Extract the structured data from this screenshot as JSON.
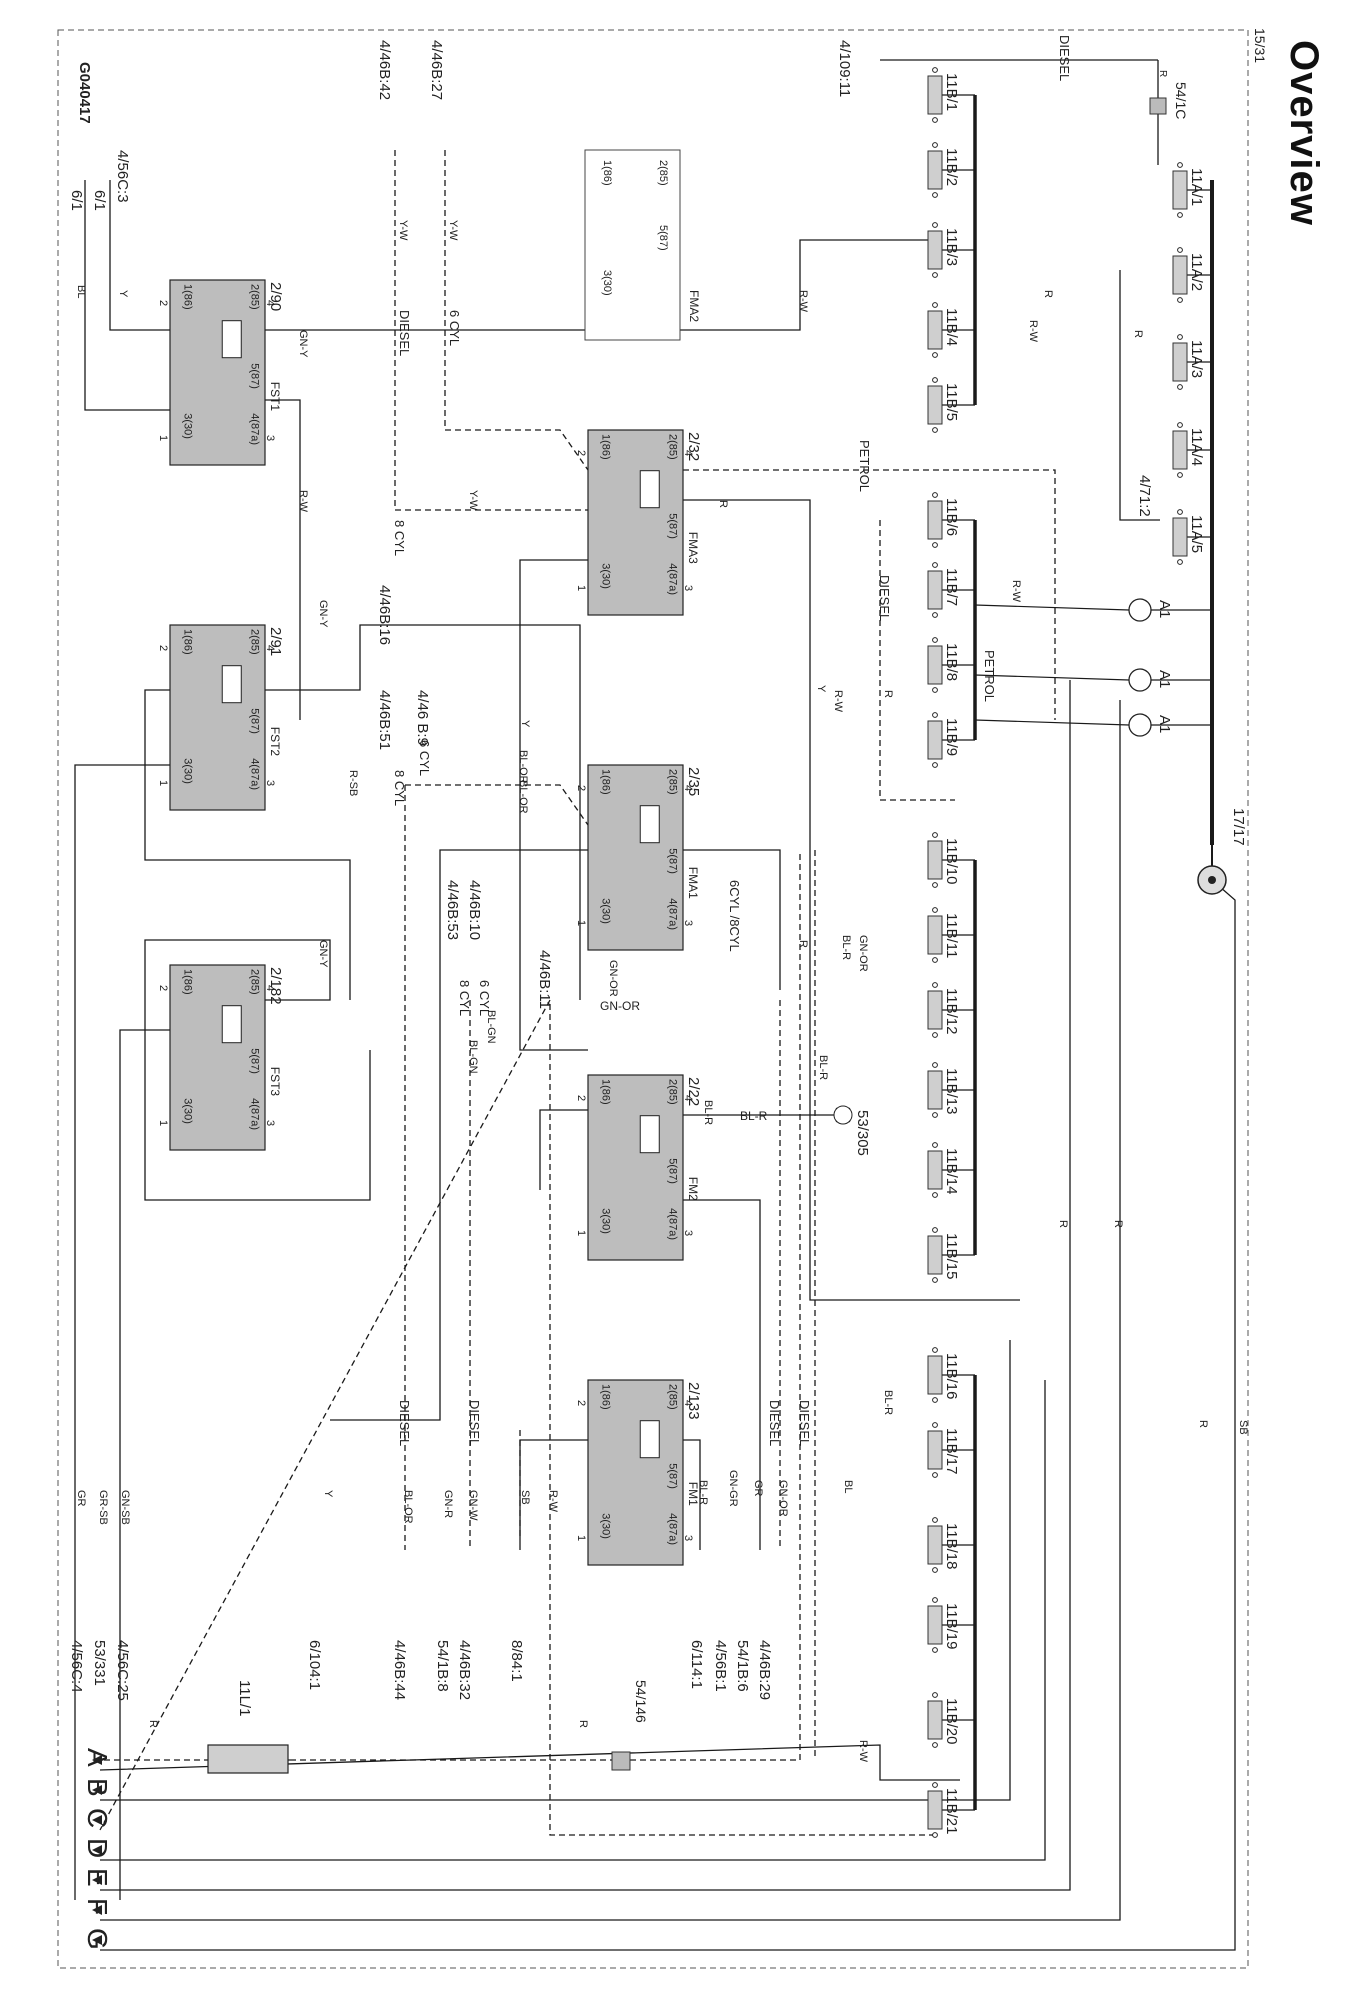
{
  "title": "Overview",
  "sheet": "15/31",
  "drawing_id": "G040417",
  "fuses_11A": [
    "11A/1",
    "11A/2",
    "11A/3",
    "11A/4",
    "11A/5"
  ],
  "fuses_11B": [
    "11B/1",
    "11B/2",
    "11B/3",
    "11B/4",
    "11B/5",
    "11B/6",
    "11B/7",
    "11B/8",
    "11B/9",
    "11B/10",
    "11B/11",
    "11B/12",
    "11B/13",
    "11B/14",
    "11B/15",
    "11B/16",
    "11B/17",
    "11B/18",
    "11B/19",
    "11B/20",
    "11B/21"
  ],
  "fuse_11L": "11L/1",
  "relays": [
    {
      "id": "2/90",
      "name": "FST1"
    },
    {
      "id": "2/91",
      "name": "FST2"
    },
    {
      "id": "2/182",
      "name": "FST3"
    },
    {
      "id": "2/32",
      "name": "FMA3"
    },
    {
      "id": "2/35",
      "name": "FMA1"
    },
    {
      "id": "2/22",
      "name": "FM2"
    },
    {
      "id": "2/133",
      "name": "FM1"
    },
    {
      "id": "",
      "name": "FMA2"
    }
  ],
  "relay_pins": {
    "p85": "2(85)",
    "p86": "1(86)",
    "p87": "5(87)",
    "p30": "3(30)",
    "p87a": "4(87a)",
    "n1": "1",
    "n2": "2",
    "n3": "3",
    "n4": "4",
    "n5": "5"
  },
  "connectors": {
    "a1": "A1",
    "g1717": "17/17",
    "c54_1c": "54/1C",
    "c54_146": "54/146",
    "c53_305": "53/305",
    "box1": "1"
  },
  "refs": {
    "r4_109_11": "4/109:11",
    "r4_46b_42": "4/46B:42",
    "r4_46b_27": "4/46B:27",
    "r4_56c_3": "4/56C:3",
    "r6_1a": "6/1",
    "r6_1b": "6/1",
    "r4_71_2": "4/71:2",
    "r4_46b_16": "4/46B:16",
    "r4_46_b9": "4/46 B:9",
    "r4_46b_51": "4/46B:51",
    "r4_46b_10": "4/46B:10",
    "r4_46b_53": "4/46B:53",
    "r4_46b_11": "4/46B:11",
    "r4_56c_25": "4/56C:25",
    "r53_331": "53/331",
    "r4_56c_4": "4/56C:4",
    "r6_104_1": "6/104:1",
    "r4_46b_44": "4/46B:44",
    "r4_46b_32": "4/46B:32",
    "r54_1b_8": "54/1B:8",
    "r8_84_1": "8/84:1",
    "r4_46b_29": "4/46B:29",
    "r54_1b_6": "54/1B:6",
    "r4_56b_1": "4/56B:1",
    "r6_114_1": "6/114:1"
  },
  "variants": {
    "diesel": "DIESEL",
    "petrol": "PETROL",
    "cyl6": "6 CYL",
    "cyl8": "8 CYL",
    "cyl68": "6CYL /8CYL"
  },
  "wire_colors": {
    "r": "R",
    "rw": "R-W",
    "yw": "Y-W",
    "y": "Y",
    "bl": "BL",
    "gny": "GN-Y",
    "rsb": "R-SB",
    "blor": "BL-OR",
    "gnor": "GN-OR",
    "blr": "BL-R",
    "blgn": "BL-GN",
    "gnw": "GN-W",
    "gnr": "GN-R",
    "gnsb": "GN-SB",
    "grsb": "GR-SB",
    "gr": "GR",
    "sb": "SB",
    "gngr": "GN-GR"
  },
  "bus_letters": [
    "A",
    "B",
    "C",
    "D",
    "E",
    "F",
    "G"
  ],
  "colors": {
    "line": "#1a1a1a",
    "relay_fill": "#bdbdbd",
    "fuse_fill": "#cfcfcf",
    "dash": "#333333"
  }
}
